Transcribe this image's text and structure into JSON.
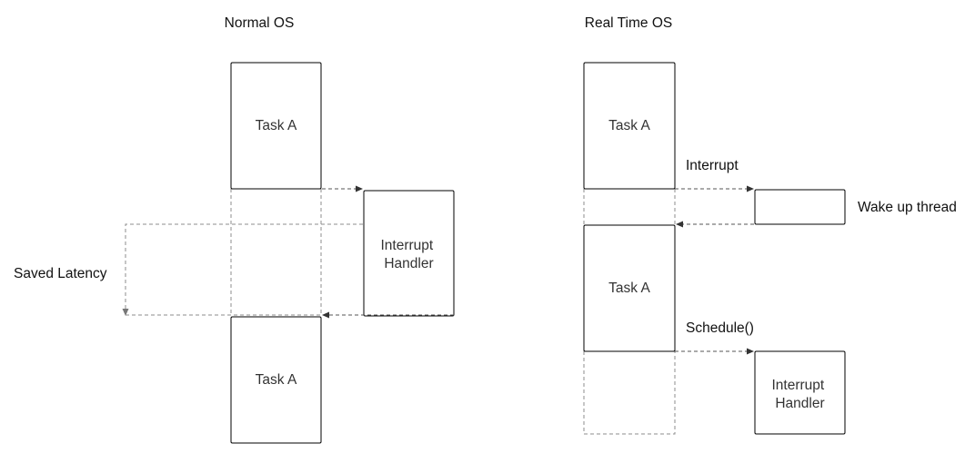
{
  "normal_os": {
    "title": "Normal OS",
    "task_a_top": "Task A",
    "interrupt_handler": [
      "Interrupt",
      "Handler"
    ],
    "task_a_bottom": "Task A",
    "saved_latency": "Saved Latency"
  },
  "realtime_os": {
    "title": "Real Time OS",
    "task_a_top": "Task A",
    "interrupt_label": "Interrupt",
    "wake_up_thread": "Wake up thread",
    "task_a_middle": "Task A",
    "schedule_label": "Schedule()",
    "interrupt_handler": [
      "Interrupt",
      "Handler"
    ]
  },
  "colors": {
    "box_stroke": "#000000",
    "dash_stroke": "#555555",
    "ghost_stroke": "#8c8c8c",
    "box_text": "#333333",
    "label_text": "#111111"
  }
}
